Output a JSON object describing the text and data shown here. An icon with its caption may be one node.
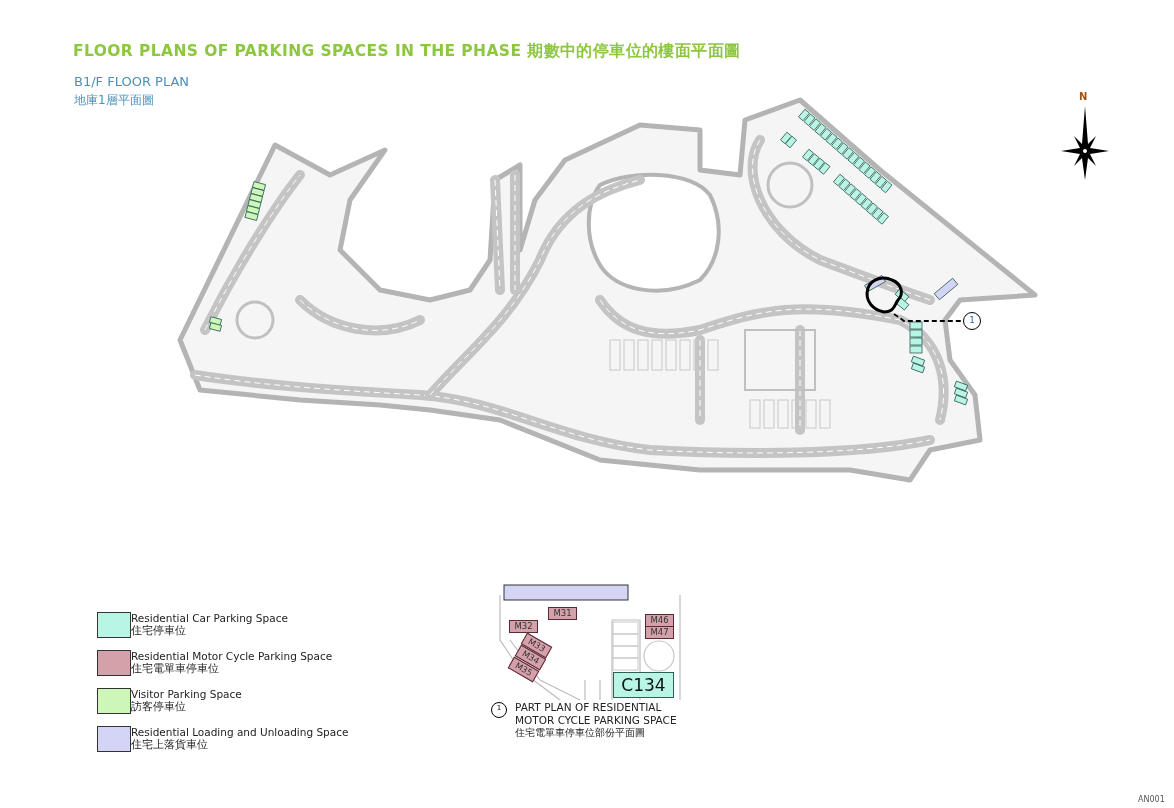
{
  "diagram": {
    "title": "FLOOR PLANS OF PARKING SPACES IN THE PHASE 期數中的停車位的樓面平面圖",
    "nodes": [
      {
        "text": [],
        "shape": "box"
      },
      {
        "text": [
          "1"
        ]
      }
    ],
    "edges": [
      {
        "from": 0,
        "to": 1,
        "arrow": "none",
        "style": "dashed"
      }
    ],
    "labels": [
      "B1/F FLOOR PLAN",
      "地庫1層平面圖",
      "N",
      "M31",
      "M32",
      "M46",
      "M47",
      "M33",
      "M34",
      "M35",
      "C134",
      "1",
      "PART PLAN OF RESIDENTIAL MOTOR CYCLE PARKING SPACE",
      "住宅電單車停車位部份平面圖",
      "AN001"
    ],
    "legend": [
      {
        "text": "Residential Car Parking Space 住宅停車位",
        "color": "#b8f5e4"
      },
      {
        "text": "Residential Motor Cycle Parking Space 住宅電單車停車位",
        "color": "#d4a0aa"
      },
      {
        "text": "Visitor Parking Space 訪客停車位",
        "color": "#ccf7b8"
      },
      {
        "text": "Residential Loading and Unloading Space 住宅上落貨車位",
        "color": "#d4d4f7"
      }
    ]
  }
}
